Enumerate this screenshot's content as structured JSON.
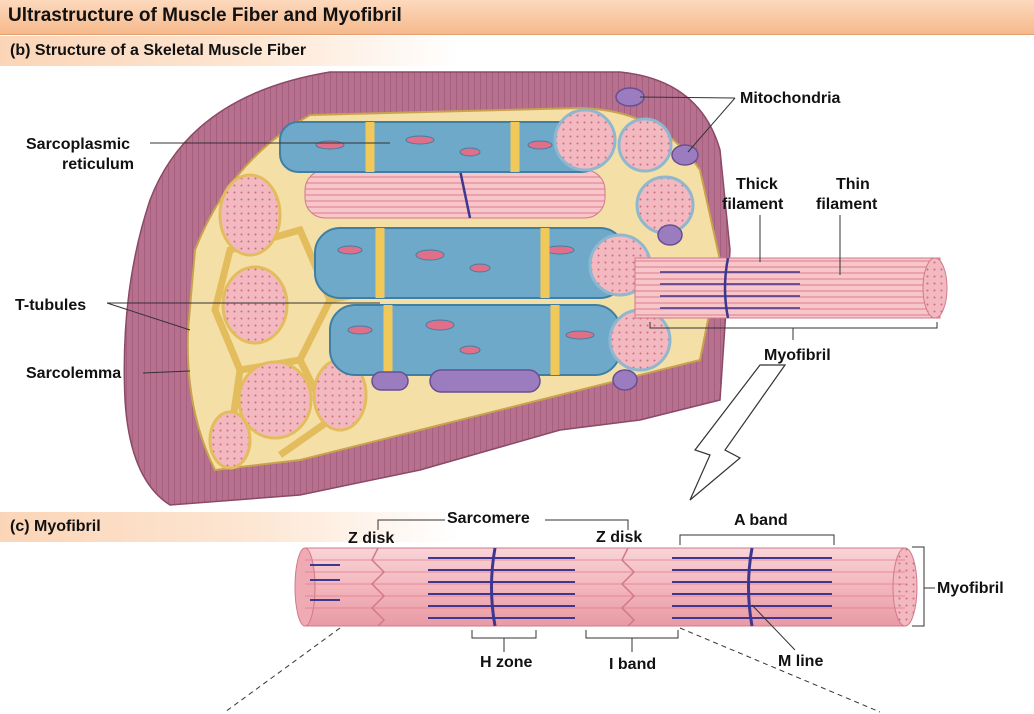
{
  "title": "Ultrastructure of Muscle Fiber and Myofibril",
  "panel_b": {
    "heading": "(b) Structure of a Skeletal Muscle Fiber",
    "labels": {
      "sarcoplasmic_line1": "Sarcoplasmic",
      "sarcoplasmic_line2": "reticulum",
      "t_tubules": "T-tubules",
      "sarcolemma": "Sarcolemma",
      "mitochondria": "Mitochondria",
      "thick_line1": "Thick",
      "thick_line2": "filament",
      "thin_line1": "Thin",
      "thin_line2": "filament",
      "myofibril": "Myofibril"
    }
  },
  "panel_c": {
    "heading": "(c) Myofibril",
    "labels": {
      "sarcomere": "Sarcomere",
      "z_disk_left": "Z disk",
      "z_disk_right": "Z disk",
      "a_band": "A band",
      "myofibril": "Myofibril",
      "h_zone": "H zone",
      "i_band": "I band",
      "m_line": "M line"
    }
  },
  "colors": {
    "header_bar": "#f6b98c",
    "sarcolemma": "#b8708f",
    "sarcoplasmic_reticulum": "#6fa9c9",
    "t_tubules": "#f0d27a",
    "myofibril": "#f3b9c0",
    "thick_filament": "#3d3790",
    "mitochondria": "#9b7cbf"
  }
}
